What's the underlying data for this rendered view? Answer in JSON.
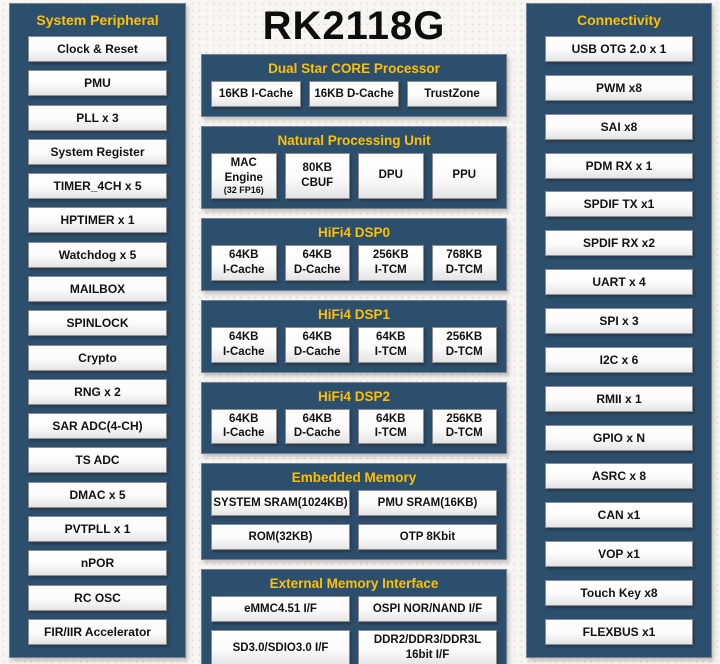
{
  "title": "RK2118G",
  "colors": {
    "panel_navy": "#2d4f6e",
    "accent_gold": "#ffc000",
    "cell_face": "#f4f4f4"
  },
  "left_panel": {
    "title": "System Peripheral",
    "items": [
      "Clock & Reset",
      "PMU",
      "PLL x 3",
      "System Register",
      "TIMER_4CH x 5",
      "HPTIMER x 1",
      "Watchdog x 5",
      "MAILBOX",
      "SPINLOCK",
      "Crypto",
      "RNG x 2",
      "SAR ADC(4-CH)",
      "TS ADC",
      "DMAC x 5",
      "PVTPLL x 1",
      "nPOR",
      "RC OSC",
      "FIR/IIR Accelerator"
    ]
  },
  "right_panel": {
    "title": "Connectivity",
    "items": [
      "USB OTG 2.0 x 1",
      "PWM x8",
      "SAI x8",
      "PDM RX x 1",
      "SPDIF TX x1",
      "SPDIF RX x2",
      "UART x 4",
      "SPI x 3",
      "I2C x 6",
      "RMII x 1",
      "GPIO x N",
      "ASRC x 8",
      "CAN x1",
      "VOP x1",
      "Touch Key x8",
      "FLEXBUS x1"
    ]
  },
  "center_blocks": [
    {
      "title": "Dual Star CORE Processor",
      "cols": 3,
      "cells": [
        {
          "lines": [
            "16KB I-Cache"
          ]
        },
        {
          "lines": [
            "16KB D-Cache"
          ]
        },
        {
          "lines": [
            "TrustZone"
          ]
        }
      ]
    },
    {
      "title": "Natural Processing Unit",
      "cols": 4,
      "cells": [
        {
          "lines": [
            "MAC Engine"
          ],
          "sub": "(32 FP16)"
        },
        {
          "lines": [
            "80KB CBUF"
          ]
        },
        {
          "lines": [
            "DPU"
          ]
        },
        {
          "lines": [
            "PPU"
          ]
        }
      ]
    },
    {
      "title": "HiFi4 DSP0",
      "cols": 4,
      "cells": [
        {
          "lines": [
            "64KB",
            "I-Cache"
          ]
        },
        {
          "lines": [
            "64KB",
            "D-Cache"
          ]
        },
        {
          "lines": [
            "256KB",
            "I-TCM"
          ]
        },
        {
          "lines": [
            "768KB",
            "D-TCM"
          ]
        }
      ]
    },
    {
      "title": "HiFi4 DSP1",
      "cols": 4,
      "cells": [
        {
          "lines": [
            "64KB",
            "I-Cache"
          ]
        },
        {
          "lines": [
            "64KB",
            "D-Cache"
          ]
        },
        {
          "lines": [
            "64KB",
            "I-TCM"
          ]
        },
        {
          "lines": [
            "256KB",
            "D-TCM"
          ]
        }
      ]
    },
    {
      "title": "HiFi4 DSP2",
      "cols": 4,
      "cells": [
        {
          "lines": [
            "64KB",
            "I-Cache"
          ]
        },
        {
          "lines": [
            "64KB",
            "D-Cache"
          ]
        },
        {
          "lines": [
            "64KB",
            "I-TCM"
          ]
        },
        {
          "lines": [
            "256KB",
            "D-TCM"
          ]
        }
      ]
    },
    {
      "title": "Embedded Memory",
      "cols": 2,
      "cells": [
        {
          "lines": [
            "SYSTEM SRAM(1024KB)"
          ]
        },
        {
          "lines": [
            "PMU SRAM(16KB)"
          ]
        },
        {
          "lines": [
            "ROM(32KB)"
          ]
        },
        {
          "lines": [
            "OTP 8Kbit"
          ]
        }
      ]
    },
    {
      "title": "External Memory Interface",
      "cols": 2,
      "cells": [
        {
          "lines": [
            "eMMC4.51 I/F"
          ]
        },
        {
          "lines": [
            "OSPI NOR/NAND I/F"
          ]
        },
        {
          "lines": [
            "SD3.0/SDIO3.0 I/F"
          ]
        },
        {
          "lines": [
            "DDR2/DDR3/DDR3L",
            "16bit I/F"
          ]
        }
      ]
    }
  ]
}
